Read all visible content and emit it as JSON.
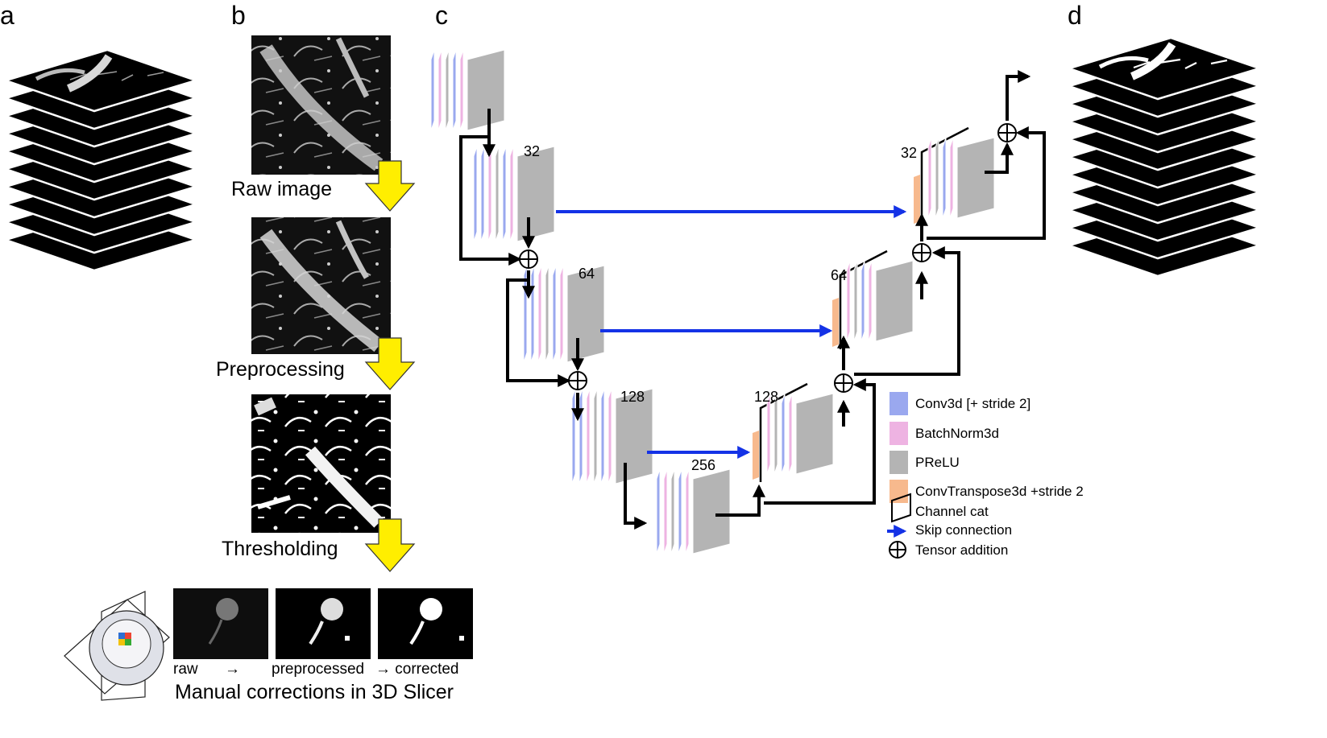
{
  "panels": {
    "a": "a",
    "b": "b",
    "c": "c",
    "d": "d"
  },
  "pipeline": {
    "steps": [
      "Raw image",
      "Preprocessing",
      "Thresholding"
    ],
    "thumbs": [
      "raw",
      "→",
      "preprocessed",
      "→ corrected"
    ],
    "caption": "Manual corrections in 3D Slicer"
  },
  "network": {
    "enc_channels": [
      "32",
      "64",
      "128",
      "256"
    ],
    "dec_channels": [
      "32",
      "64",
      "128"
    ]
  },
  "legend": [
    {
      "label": "Conv3d [+ stride 2]",
      "color": "#9aa8ef"
    },
    {
      "label": "BatchNorm3d",
      "color": "#eeb3e2"
    },
    {
      "label": "PReLU",
      "color": "#b4b4b4"
    },
    {
      "label": "ConvTranspose3d +stride 2",
      "color": "#f7b98d"
    },
    {
      "label": "Channel cat",
      "color": "#000000"
    },
    {
      "label": "Skip connection",
      "color": "#1432e6"
    },
    {
      "label": "Tensor addition",
      "color": "#000000"
    }
  ],
  "colors": {
    "conv": "#9aa8ef",
    "bn": "#eeb3e2",
    "prelu": "#b4b4b4",
    "convT": "#f7b98d",
    "skip": "#1432e6",
    "arrow_down": "#ffee00"
  }
}
